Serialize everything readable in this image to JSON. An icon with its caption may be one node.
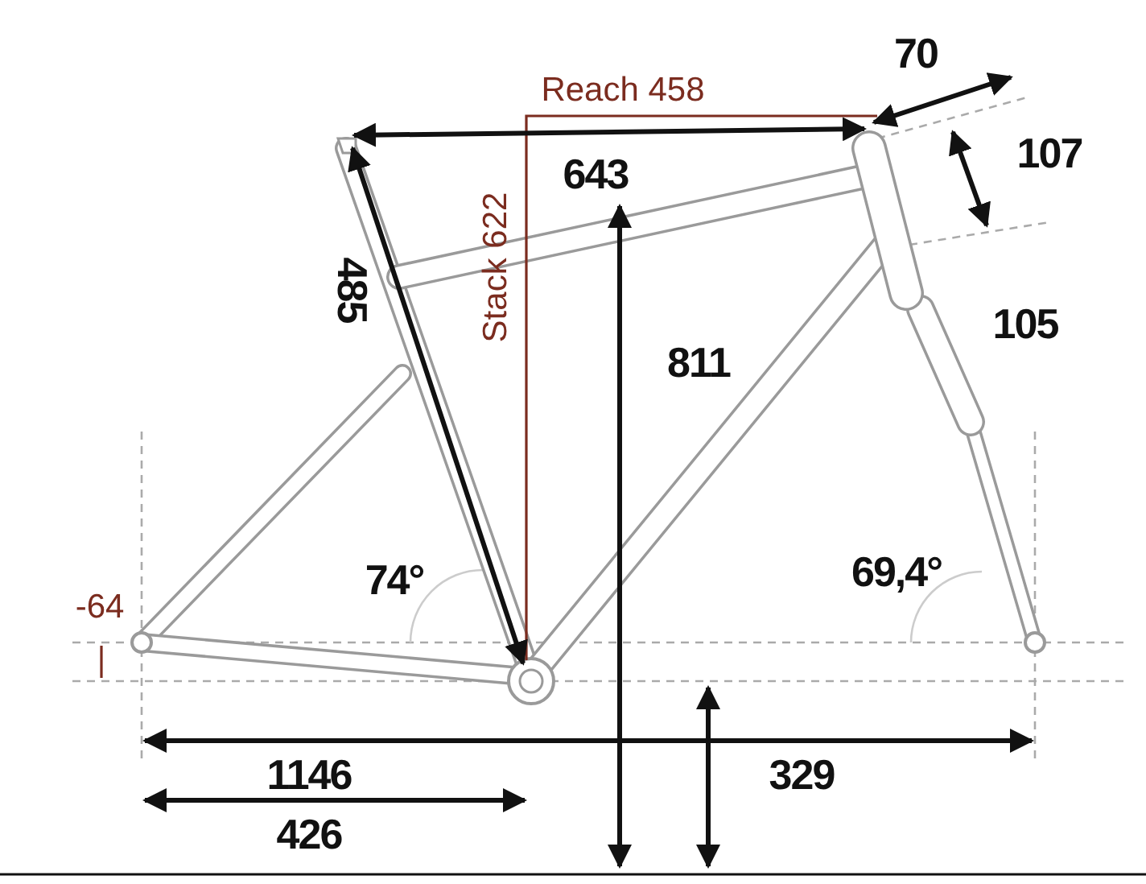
{
  "diagram": {
    "labels": [
      "Reach 458",
      "70",
      "107",
      "643",
      "485",
      "Stack 622",
      "811",
      "105",
      "-64",
      "74°",
      "69,4°",
      "1146",
      "329",
      "426"
    ]
  }
}
